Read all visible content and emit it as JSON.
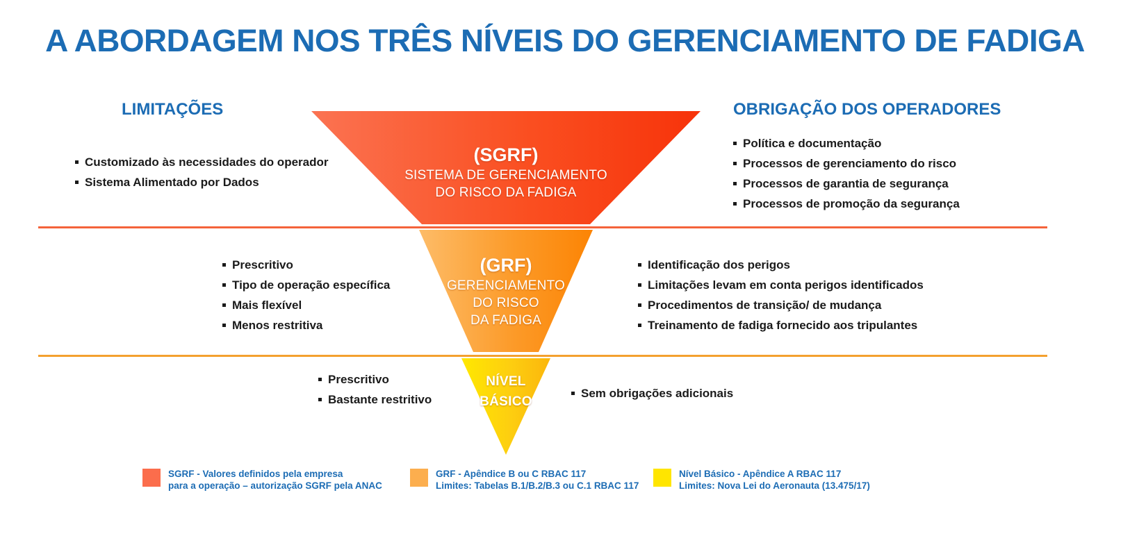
{
  "page": {
    "title": "A ABORDAGEM NOS TRÊS NÍVEIS DO GERENCIAMENTO DE FADIGA",
    "title_color": "#1C6CB4",
    "background": "#FFFFFF"
  },
  "columns": {
    "left_heading": "LIMITAÇÕES",
    "right_heading": "OBRIGAÇÃO DOS OPERADORES"
  },
  "levels": [
    {
      "id": "sgrf",
      "acronym": "(SGRF)",
      "name_line_1": "SISTEMA DE GERENCIAMENTO",
      "name_line_2": "DO RISCO DA FADIGA",
      "color_start": "#FB6D4C",
      "color_end": "#F93A07",
      "left_bullets": [
        "Customizado às necessidades do operador",
        "Sistema Alimentado por Dados"
      ],
      "right_bullets": [
        "Política e documentação",
        "Processos de gerenciamento do risco",
        "Processos de garantia de segurança",
        "Processos de promoção da segurança"
      ]
    },
    {
      "id": "grf",
      "acronym": "(GRF)",
      "name_line_1": "GERENCIAMENTO",
      "name_line_2": "DO RISCO",
      "name_line_3": "DA FADIGA",
      "color_start": "#FDB65A",
      "color_end": "#FC8704",
      "left_bullets": [
        "Prescritivo",
        "Tipo de operação específica",
        "Mais flexível",
        "Menos restritiva"
      ],
      "right_bullets": [
        "Identificação dos perigos",
        "Limitações levam em conta perigos identificados",
        "Procedimentos de transição/ de mudança",
        "Treinamento de fadiga fornecido aos tripulantes"
      ]
    },
    {
      "id": "nivel-basico",
      "name_line_1": "NÍVEL",
      "name_line_2": "BÁSICO",
      "color_start": "#FFE500",
      "color_end": "#FBB80B",
      "left_bullets": [
        "Prescritivo",
        "Bastante restritivo"
      ],
      "right_bullets": [
        "Sem obrigações adicionais"
      ]
    }
  ],
  "dividers": [
    {
      "name": "divider-sgrf-grf",
      "color": "#F4633A"
    },
    {
      "name": "divider-grf-basico",
      "color": "#F4A02E"
    }
  ],
  "legend": [
    {
      "swatch_color": "#FB6D4C",
      "line_1": "SGRF - Valores definidos pela empresa",
      "line_2": "para a operação – autorização SGRF pela ANAC"
    },
    {
      "swatch_color": "#FCAE4E",
      "line_1": "GRF - Apêndice B ou C RBAC 117",
      "line_2": "Limites: Tabelas B.1/B.2/B.3 ou C.1 RBAC 117"
    },
    {
      "swatch_color": "#FFE500",
      "line_1": "Nível Básico - Apêndice A RBAC 117",
      "line_2": "Limites:  Nova Lei do Aeronauta (13.475/17)"
    }
  ]
}
